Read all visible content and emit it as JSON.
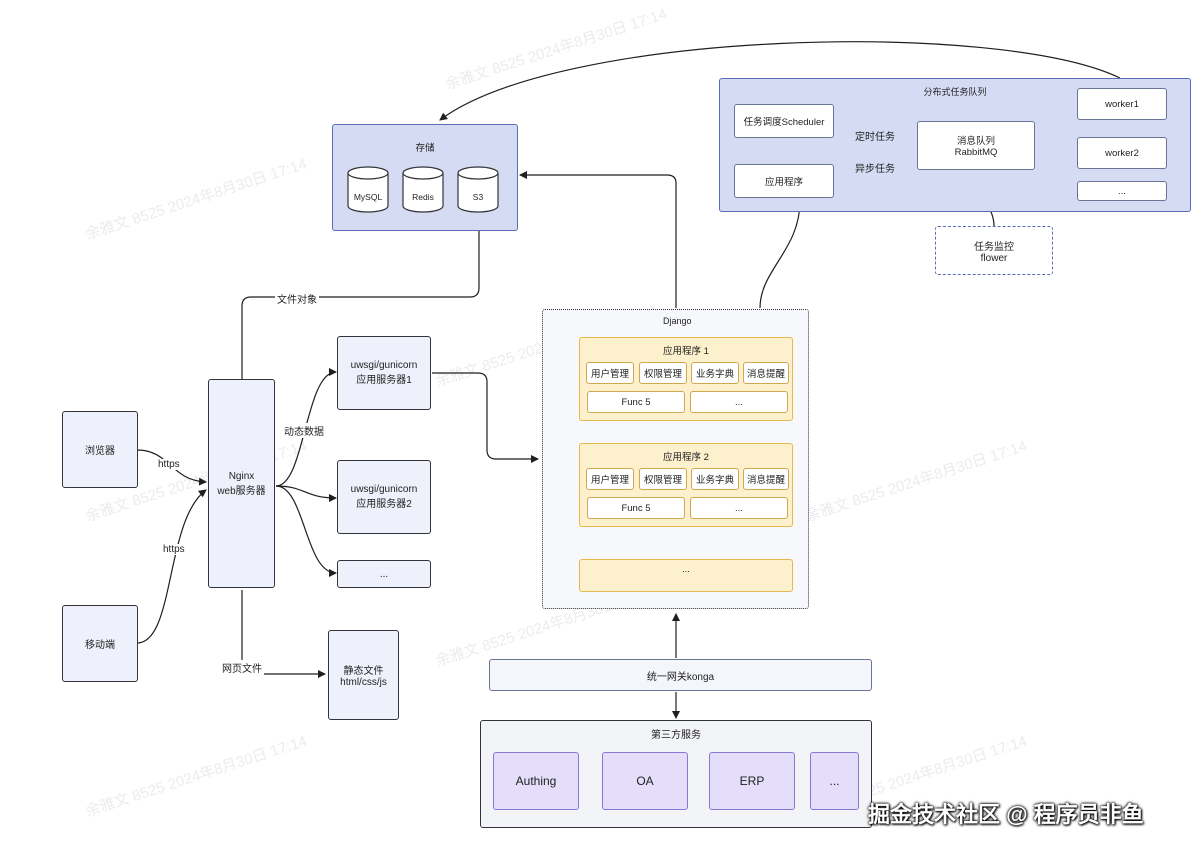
{
  "clients": {
    "browser": "浏览器",
    "mobile": "移动端"
  },
  "nginx": {
    "line1": "Nginx",
    "line2": "web服务器"
  },
  "edges": {
    "https_top": "https",
    "https_bottom": "https",
    "file_object": "文件对象",
    "dynamic_data": "动态数据",
    "web_files": "网页文件",
    "scheduled_task": "定时任务",
    "async_task": "异步任务"
  },
  "app_servers": [
    {
      "line1": "uwsgi/gunicorn",
      "line2": "应用服务器1"
    },
    {
      "line1": "uwsgi/gunicorn",
      "line2": "应用服务器2"
    },
    {
      "line1": "...",
      "line2": ""
    }
  ],
  "static_files": {
    "line1": "静态文件",
    "line2": "html/css/js"
  },
  "storage": {
    "title": "存储",
    "items": [
      "MySQL",
      "Redis",
      "S3"
    ]
  },
  "task_queue": {
    "title": "分布式任务队列",
    "scheduler": "任务调度Scheduler",
    "app": "应用程序",
    "mq_line1": "消息队列",
    "mq_line2": "RabbitMQ",
    "workers": [
      "worker1",
      "worker2",
      "..."
    ]
  },
  "monitor": {
    "line1": "任务监控",
    "line2": "flower"
  },
  "django": {
    "title": "Django",
    "apps": [
      {
        "title": "应用程序 1",
        "modules": [
          "用户管理",
          "权限管理",
          "业务字典",
          "消息提醒"
        ],
        "funcs": [
          "Func 5",
          "..."
        ]
      },
      {
        "title": "应用程序 2",
        "modules": [
          "用户管理",
          "权限管理",
          "业务字典",
          "消息提醒"
        ],
        "funcs": [
          "Func 5",
          "..."
        ]
      }
    ],
    "more": "..."
  },
  "gateway": "统一网关konga",
  "third_party": {
    "title": "第三方服务",
    "items": [
      "Authing",
      "OA",
      "ERP",
      "..."
    ]
  },
  "watermark": "余雅文 8525 2024年8月30日 17:14",
  "footer": "掘金技术社区 @ 程序员非鱼"
}
